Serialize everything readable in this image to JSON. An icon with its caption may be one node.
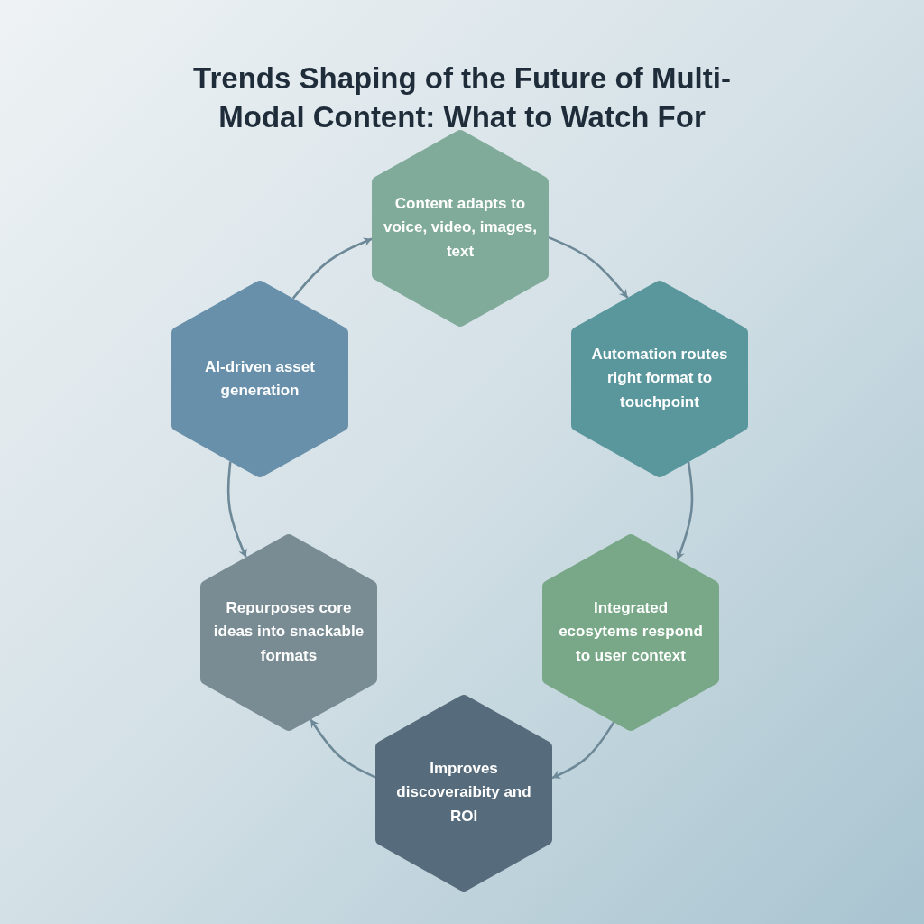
{
  "diagram": {
    "title": "Trends Shaping of the Future of Multi- Modal Content: What to Watch For",
    "nodes": [
      {
        "text": [
          "Content adapts to voice, video, images, text"
        ]
      },
      {
        "text": [
          "AI-driven asset generation"
        ]
      },
      {
        "text": [
          "Automation routes right format to touchpoint"
        ]
      },
      {
        "text": [
          "Repurposes core ideas into snackable formats"
        ]
      },
      {
        "text": [
          "Integrated ecosytems respond to user context"
        ]
      },
      {
        "text": [
          "Improves discoveraibity and ROI"
        ]
      }
    ],
    "edges": [
      {
        "from": 1,
        "to": 0,
        "arrow": "to"
      },
      {
        "from": 0,
        "to": 2,
        "arrow": "to"
      },
      {
        "from": 2,
        "to": 4,
        "arrow": "to"
      },
      {
        "from": 4,
        "to": 5,
        "arrow": "to"
      },
      {
        "from": 5,
        "to": 3,
        "arrow": "to"
      },
      {
        "from": 1,
        "to": 3,
        "arrow": "to"
      }
    ]
  }
}
